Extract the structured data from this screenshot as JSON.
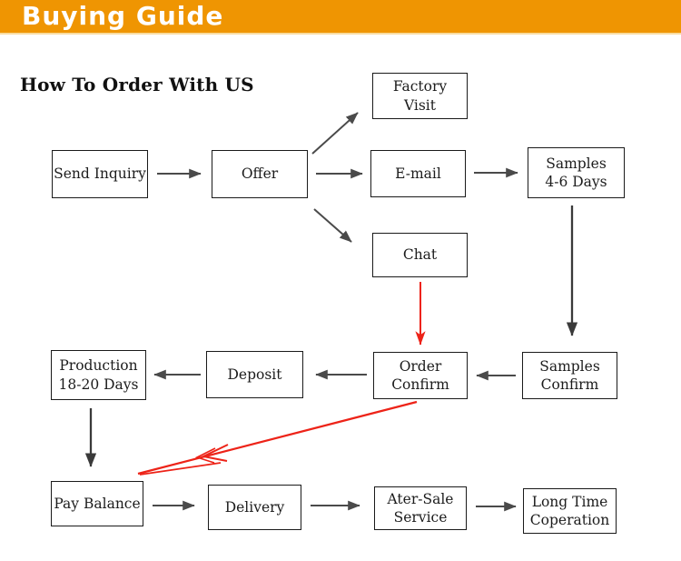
{
  "header": {
    "title": "Buying Guide"
  },
  "section": {
    "heading": "How To Order With US"
  },
  "colors": {
    "banner_orange": "#EF9502",
    "banner_edge": "#F9DCA0",
    "arrow_gray": "#4A4A4A",
    "arrow_dark": "#3A3A3A",
    "arrow_red": "#ED2318",
    "box_border": "#1A1A1A",
    "box_fill": "#FFFFFF"
  },
  "flowchart": {
    "nodes": {
      "factory_visit": "Factory\nVisit",
      "send_inquiry": "Send Inquiry",
      "offer": "Offer",
      "email": "E-mail",
      "samples_days": "Samples\n4-6 Days",
      "chat": "Chat",
      "production": "Production\n18-20 Days",
      "deposit": "Deposit",
      "order_confirm": "Order\nConfirm",
      "samples_confirm": "Samples\nConfirm",
      "pay_balance": "Pay Balance",
      "delivery": "Delivery",
      "after_sale": "Ater-Sale\nService",
      "long_time": "Long Time\nCoperation"
    },
    "edges": [
      {
        "from": "Send Inquiry",
        "to": "Offer",
        "color": "gray"
      },
      {
        "from": "Offer",
        "to": "Factory Visit",
        "color": "gray"
      },
      {
        "from": "Offer",
        "to": "E-mail",
        "color": "gray"
      },
      {
        "from": "Offer",
        "to": "Chat",
        "color": "gray"
      },
      {
        "from": "E-mail",
        "to": "Samples 4-6 Days",
        "color": "gray"
      },
      {
        "from": "Samples 4-6 Days",
        "to": "Samples Confirm",
        "color": "dark"
      },
      {
        "from": "Chat",
        "to": "Order Confirm",
        "color": "red"
      },
      {
        "from": "Samples Confirm",
        "to": "Order Confirm",
        "color": "gray"
      },
      {
        "from": "Order Confirm",
        "to": "Deposit",
        "color": "gray"
      },
      {
        "from": "Deposit",
        "to": "Production 18-20 Days",
        "color": "gray"
      },
      {
        "from": "Production 18-20 Days",
        "to": "Pay Balance",
        "color": "dark"
      },
      {
        "from": "Order Confirm",
        "to": "Pay Balance",
        "color": "red"
      },
      {
        "from": "Pay Balance",
        "to": "Delivery",
        "color": "gray"
      },
      {
        "from": "Delivery",
        "to": "Ater-Sale Service",
        "color": "gray"
      },
      {
        "from": "Ater-Sale Service",
        "to": "Long Time Coperation",
        "color": "gray"
      }
    ]
  }
}
